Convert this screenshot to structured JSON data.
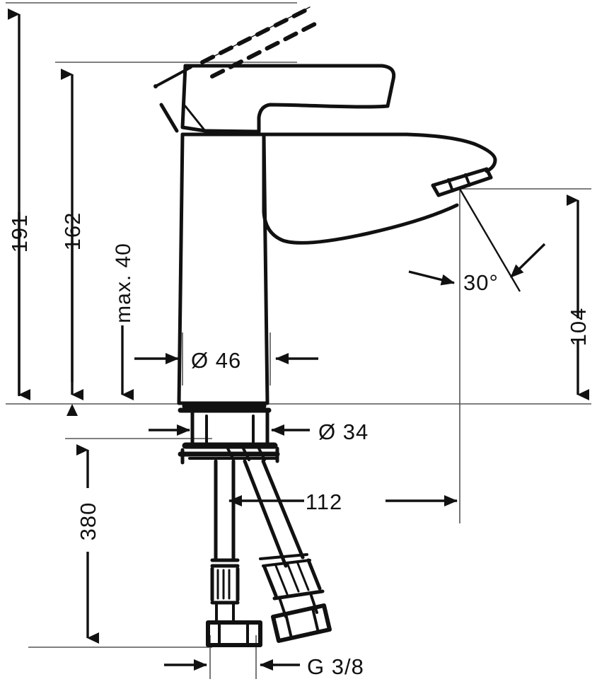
{
  "drawing": {
    "title": "Single lever basin mixer dimensional drawing",
    "units": "mm",
    "line_color": "#111111",
    "thin_line_color": "#555555",
    "background": "#ffffff"
  },
  "dimensions": {
    "height_total": "191",
    "height_lever_top": "162",
    "deck_thickness_max": "max. 40",
    "body_diameter": "Ø 46",
    "shank_diameter": "Ø 34",
    "spout_height": "104",
    "spout_reach": "112",
    "hose_length": "380",
    "swivel_angle": "30°",
    "thread": "G 3/8"
  },
  "labels": [
    {
      "id": "dim-191",
      "text": "191",
      "orientation": "vertical"
    },
    {
      "id": "dim-162",
      "text": "162",
      "orientation": "vertical"
    },
    {
      "id": "dim-max40",
      "text": "max. 40",
      "orientation": "vertical"
    },
    {
      "id": "dim-d46",
      "text": "Ø 46",
      "orientation": "horizontal"
    },
    {
      "id": "dim-d34",
      "text": "Ø 34",
      "orientation": "horizontal"
    },
    {
      "id": "dim-104",
      "text": "104",
      "orientation": "vertical"
    },
    {
      "id": "dim-112",
      "text": "112",
      "orientation": "horizontal"
    },
    {
      "id": "dim-380",
      "text": "380",
      "orientation": "vertical"
    },
    {
      "id": "dim-30deg",
      "text": "30°",
      "orientation": "horizontal"
    },
    {
      "id": "dim-g38",
      "text": "G 3/8",
      "orientation": "horizontal"
    }
  ]
}
